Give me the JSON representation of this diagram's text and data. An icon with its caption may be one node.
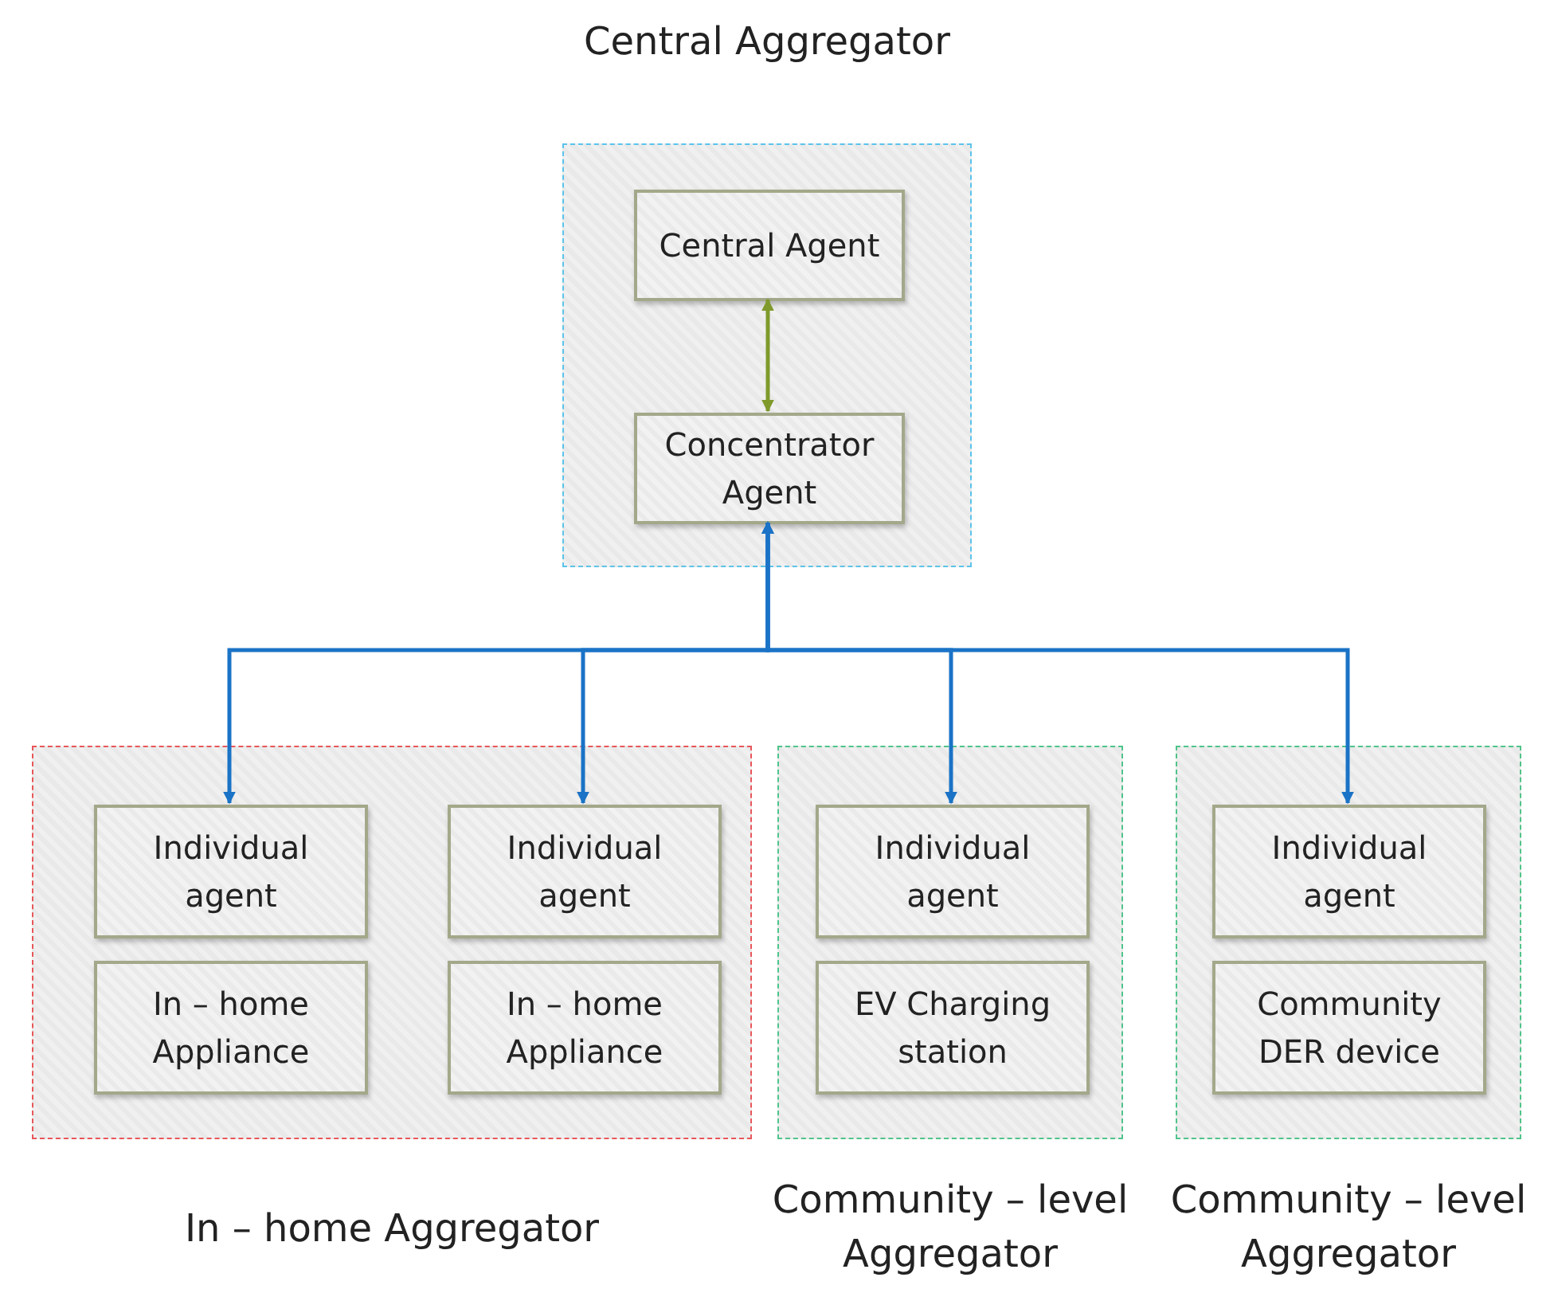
{
  "diagram": {
    "nodes": [
      {
        "text": [
          "Central Aggregator"
        ]
      },
      {
        "text": [
          "Central Agent"
        ],
        "in": 0
      },
      {
        "text": [
          "Concentrator Agent"
        ],
        "in": 0
      },
      {
        "text": [
          "In – home Aggregator"
        ]
      },
      {
        "text": [
          "Individual agent"
        ],
        "in": 3
      },
      {
        "text": [
          "Individual agent"
        ],
        "in": 3
      },
      {
        "text": [
          "In – home Appliance"
        ],
        "in": 3
      },
      {
        "text": [
          "In – home Appliance"
        ],
        "in": 3
      },
      {
        "text": [
          "Community – level Aggregator"
        ]
      },
      {
        "text": [
          "Individual agent"
        ],
        "in": 8
      },
      {
        "text": [
          "EV Charging station"
        ],
        "in": 8
      },
      {
        "text": [
          "Community – level Aggregator"
        ]
      },
      {
        "text": [
          "Individual agent"
        ],
        "in": 11
      },
      {
        "text": [
          "Community DER device"
        ],
        "in": 11
      }
    ],
    "edges": [
      {
        "from": 1,
        "to": 2,
        "arrow": "both",
        "color": "#7f9a2a"
      },
      {
        "from": 2,
        "to": 4,
        "arrow": "both"
      },
      {
        "from": 2,
        "to": 5,
        "arrow": "both"
      },
      {
        "from": 2,
        "to": 9,
        "arrow": "both"
      },
      {
        "from": 2,
        "to": 12,
        "arrow": "both"
      }
    ]
  }
}
